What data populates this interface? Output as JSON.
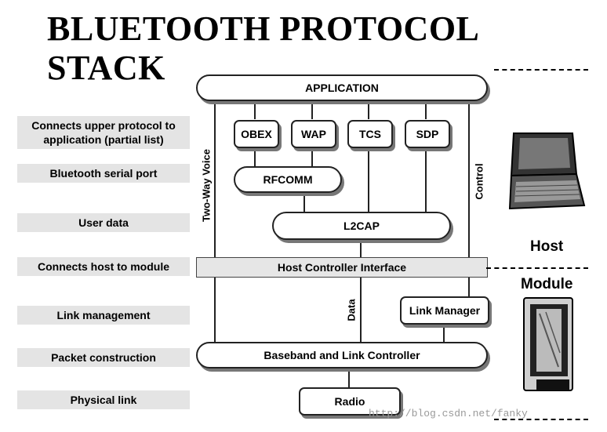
{
  "title": {
    "line1": "BLUETOOTH PROTOCOL",
    "line2": "STACK"
  },
  "labels": {
    "upper_line1": "Connects upper protocol to",
    "upper_line2": "application (partial list)",
    "serial": "Bluetooth serial port",
    "user_data": "User data",
    "host_module": "Connects host to module",
    "link_mgmt": "Link management",
    "packet": "Packet construction",
    "physical": "Physical link"
  },
  "stack": {
    "application": "APPLICATION",
    "obex": "OBEX",
    "wap": "WAP",
    "tcs": "TCS",
    "sdp": "SDP",
    "rfcomm": "RFCOMM",
    "l2cap": "L2CAP",
    "hci": "Host Controller Interface",
    "link_manager": "Link Manager",
    "baseband": "Baseband and Link Controller",
    "radio": "Radio"
  },
  "paths": {
    "voice": "Two-Way Voice",
    "control": "Control",
    "data": "Data"
  },
  "side": {
    "host": "Host",
    "module": "Module"
  },
  "watermark": "http://blog.csdn.net/fanky"
}
